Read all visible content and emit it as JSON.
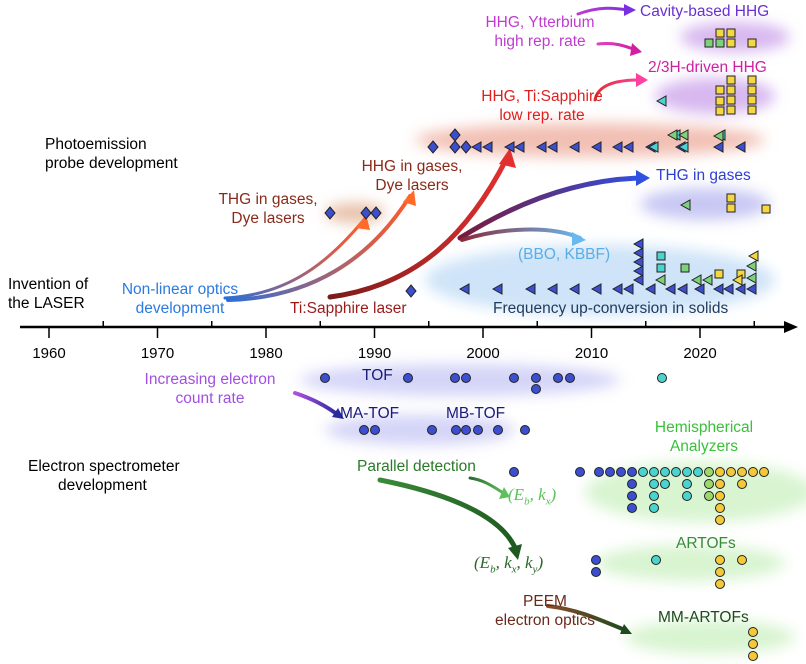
{
  "colors": {
    "diamond": "#3c4fcf",
    "triangle_blue": "#3c4fcf",
    "triangle_cyan": "#4ad4d0",
    "triangle_green": "#7ed07a",
    "square_yellow": "#f5d742",
    "square_green": "#7ed07a",
    "circle_blue": "#3c4fcf",
    "circle_cyan": "#4ad4d0",
    "circle_yellow": "#f5c83a",
    "circle_green": "#9bd96a"
  },
  "axis": {
    "ticks": [
      "1960",
      "1970",
      "1980",
      "1990",
      "2000",
      "2010",
      "2020"
    ],
    "range": [
      1960,
      2026
    ]
  },
  "headings": {
    "photoemission": [
      "Photoemission",
      "probe development"
    ],
    "spectrometer": [
      "Electron spectrometer",
      "development"
    ],
    "laser": [
      "Invention of",
      "the LASER"
    ]
  },
  "top_labels": {
    "nonlinear": [
      "Non-linear optics",
      "development"
    ],
    "thg_dye": [
      "THG in gases,",
      "Dye lasers"
    ],
    "hhg_dye": [
      "HHG in gases,",
      "Dye lasers"
    ],
    "tisapph": "Ti:Sapphire laser",
    "hhg_tisapph": [
      "HHG, Ti:Sapphire",
      "low rep. rate"
    ],
    "hhg_yb": [
      "HHG, Ytterbium",
      "high rep. rate"
    ],
    "cavity": "Cavity-based HHG",
    "hhg_23h": "2/3H-driven HHG",
    "thg_gases": "THG in gases",
    "bbo": "(BBO, KBBF)",
    "freq": "Frequency up-conversion in solids"
  },
  "bottom_labels": {
    "increasing": [
      "Increasing electron",
      "count rate"
    ],
    "tof": "TOF",
    "matof": "MA-TOF",
    "mbtof": "MB-TOF",
    "hemi": [
      "Hemispherical",
      "Analyzers"
    ],
    "parallel": "Parallel detection",
    "artofs": "ARTOFs",
    "peem": [
      "PEEM",
      "electron optics"
    ],
    "mmartofs": "MM-ARTOFs",
    "eb_kx": {
      "open": "(",
      "E": "E",
      "b": "b",
      "sep1": ", ",
      "k": "k",
      "x": "x",
      "close": ")"
    },
    "eb_kx_ky": {
      "open": "(",
      "E": "E",
      "b": "b",
      "sep1": ", ",
      "k1": "k",
      "x": "x",
      "sep2": ", ",
      "k2": "k",
      "y": "y",
      "close": ")"
    }
  }
}
